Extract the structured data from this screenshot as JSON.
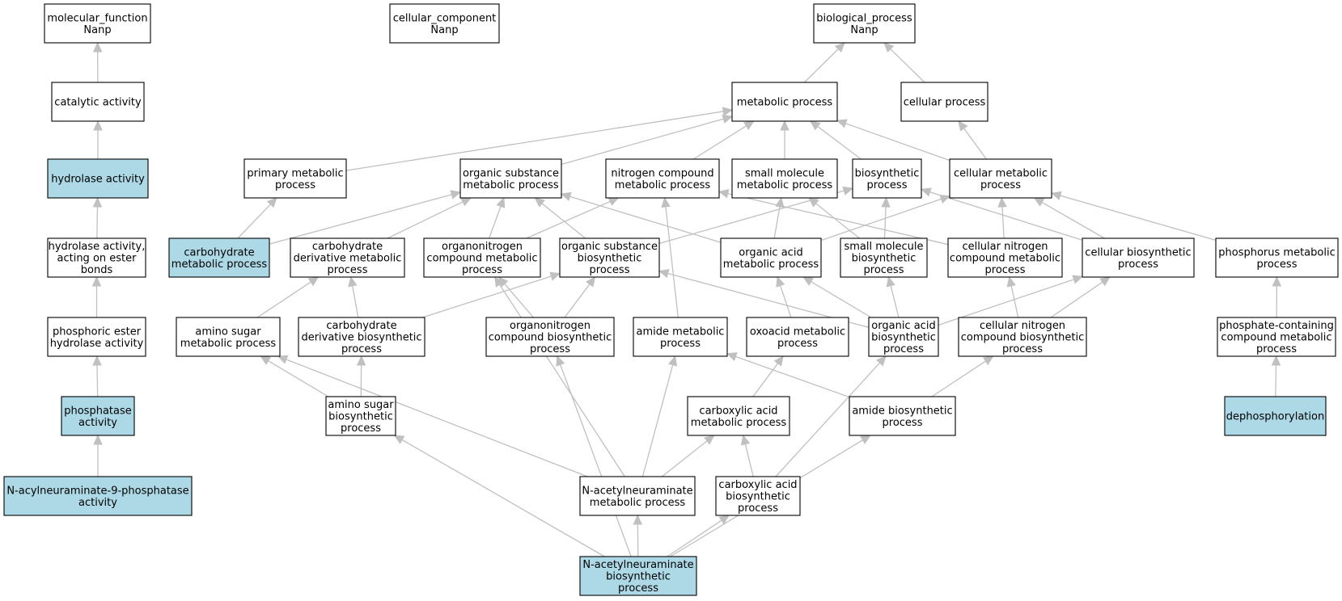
{
  "colors": {
    "highlight": "#add8e6",
    "plain": "#ffffff",
    "edge": "#c0c0c0",
    "border": "#000000"
  },
  "nodes": [
    {
      "id": "mf",
      "lines": [
        "molecular_function",
        "Nanp"
      ],
      "highlight": false
    },
    {
      "id": "cc",
      "lines": [
        "cellular_component",
        "Nanp"
      ],
      "highlight": false
    },
    {
      "id": "bp",
      "lines": [
        "biological_process",
        "Nanp"
      ],
      "highlight": false
    },
    {
      "id": "cat",
      "lines": [
        "catalytic activity"
      ],
      "highlight": false
    },
    {
      "id": "hyd",
      "lines": [
        "hydrolase activity"
      ],
      "highlight": true
    },
    {
      "id": "hydest",
      "lines": [
        "hydrolase activity,",
        "acting on ester",
        "bonds"
      ],
      "highlight": false
    },
    {
      "id": "phest",
      "lines": [
        "phosphoric ester",
        "hydrolase activity"
      ],
      "highlight": false
    },
    {
      "id": "phos",
      "lines": [
        "phosphatase",
        "activity"
      ],
      "highlight": true
    },
    {
      "id": "nan9",
      "lines": [
        "N-acylneuraminate-9-phosphatase",
        "activity"
      ],
      "highlight": true
    },
    {
      "id": "met",
      "lines": [
        "metabolic process"
      ],
      "highlight": false
    },
    {
      "id": "cell",
      "lines": [
        "cellular process"
      ],
      "highlight": false
    },
    {
      "id": "prim",
      "lines": [
        "primary metabolic",
        "process"
      ],
      "highlight": false
    },
    {
      "id": "orgsub",
      "lines": [
        "organic substance",
        "metabolic process"
      ],
      "highlight": false
    },
    {
      "id": "nitro",
      "lines": [
        "nitrogen compound",
        "metabolic process"
      ],
      "highlight": false
    },
    {
      "id": "smallmol",
      "lines": [
        "small molecule",
        "metabolic process"
      ],
      "highlight": false
    },
    {
      "id": "bios",
      "lines": [
        "biosynthetic",
        "process"
      ],
      "highlight": false
    },
    {
      "id": "cellmet",
      "lines": [
        "cellular metabolic",
        "process"
      ],
      "highlight": false
    },
    {
      "id": "carb",
      "lines": [
        "carbohydrate",
        "metabolic process"
      ],
      "highlight": true
    },
    {
      "id": "carbder",
      "lines": [
        "carbohydrate",
        "derivative metabolic",
        "process"
      ],
      "highlight": false
    },
    {
      "id": "orgnitro",
      "lines": [
        "organonitrogen",
        "compound metabolic",
        "process"
      ],
      "highlight": false
    },
    {
      "id": "orgsubbios",
      "lines": [
        "organic substance",
        "biosynthetic",
        "process"
      ],
      "highlight": false
    },
    {
      "id": "orgacid",
      "lines": [
        "organic acid",
        "metabolic process"
      ],
      "highlight": false
    },
    {
      "id": "smallbios",
      "lines": [
        "small molecule",
        "biosynthetic",
        "process"
      ],
      "highlight": false
    },
    {
      "id": "cellnitro",
      "lines": [
        "cellular nitrogen",
        "compound metabolic",
        "process"
      ],
      "highlight": false
    },
    {
      "id": "cellbios",
      "lines": [
        "cellular biosynthetic",
        "process"
      ],
      "highlight": false
    },
    {
      "id": "phosmet",
      "lines": [
        "phosphorus metabolic",
        "process"
      ],
      "highlight": false
    },
    {
      "id": "aminosug",
      "lines": [
        "amino sugar",
        "metabolic process"
      ],
      "highlight": false
    },
    {
      "id": "carbderbios",
      "lines": [
        "carbohydrate",
        "derivative biosynthetic",
        "process"
      ],
      "highlight": false
    },
    {
      "id": "orgnitrobios",
      "lines": [
        "organonitrogen",
        "compound biosynthetic",
        "process"
      ],
      "highlight": false
    },
    {
      "id": "amide",
      "lines": [
        "amide metabolic",
        "process"
      ],
      "highlight": false
    },
    {
      "id": "oxo",
      "lines": [
        "oxoacid metabolic",
        "process"
      ],
      "highlight": false
    },
    {
      "id": "orgacidbios",
      "lines": [
        "organic acid",
        "biosynthetic",
        "process"
      ],
      "highlight": false
    },
    {
      "id": "cellnitrobios",
      "lines": [
        "cellular nitrogen",
        "compound biosynthetic",
        "process"
      ],
      "highlight": false
    },
    {
      "id": "phoscont",
      "lines": [
        "phosphate-containing",
        "compound metabolic",
        "process"
      ],
      "highlight": false
    },
    {
      "id": "aminosugbios",
      "lines": [
        "amino sugar",
        "biosynthetic",
        "process"
      ],
      "highlight": false
    },
    {
      "id": "carbox",
      "lines": [
        "carboxylic acid",
        "metabolic process"
      ],
      "highlight": false
    },
    {
      "id": "amidebios",
      "lines": [
        "amide biosynthetic",
        "process"
      ],
      "highlight": false
    },
    {
      "id": "dephos",
      "lines": [
        "dephosphorylation"
      ],
      "highlight": true
    },
    {
      "id": "neumet",
      "lines": [
        "N-acetylneuraminate",
        "metabolic process"
      ],
      "highlight": false
    },
    {
      "id": "carboxbios",
      "lines": [
        "carboxylic acid",
        "biosynthetic",
        "process"
      ],
      "highlight": false
    },
    {
      "id": "neubios",
      "lines": [
        "N-acetylneuraminate",
        "biosynthetic",
        "process"
      ],
      "highlight": true
    }
  ],
  "edges": [
    [
      "cat",
      "mf"
    ],
    [
      "hyd",
      "cat"
    ],
    [
      "hydest",
      "hyd"
    ],
    [
      "phest",
      "hydest"
    ],
    [
      "phos",
      "phest"
    ],
    [
      "nan9",
      "phos"
    ],
    [
      "met",
      "bp"
    ],
    [
      "cell",
      "bp"
    ],
    [
      "prim",
      "met"
    ],
    [
      "orgsub",
      "met"
    ],
    [
      "nitro",
      "met"
    ],
    [
      "smallmol",
      "met"
    ],
    [
      "bios",
      "met"
    ],
    [
      "cellmet",
      "met"
    ],
    [
      "cellmet",
      "cell"
    ],
    [
      "carb",
      "prim"
    ],
    [
      "carb",
      "orgsub"
    ],
    [
      "carbder",
      "orgsub"
    ],
    [
      "orgnitro",
      "orgsub"
    ],
    [
      "orgnitro",
      "nitro"
    ],
    [
      "orgsubbios",
      "orgsub"
    ],
    [
      "orgsubbios",
      "bios"
    ],
    [
      "orgacid",
      "orgsub"
    ],
    [
      "orgacid",
      "smallmol"
    ],
    [
      "orgacid",
      "cellmet"
    ],
    [
      "smallbios",
      "smallmol"
    ],
    [
      "smallbios",
      "bios"
    ],
    [
      "cellnitro",
      "nitro"
    ],
    [
      "cellnitro",
      "cellmet"
    ],
    [
      "cellbios",
      "bios"
    ],
    [
      "cellbios",
      "cellmet"
    ],
    [
      "phosmet",
      "cellmet"
    ],
    [
      "aminosug",
      "carbder"
    ],
    [
      "carbderbios",
      "carbder"
    ],
    [
      "carbderbios",
      "orgsubbios"
    ],
    [
      "orgnitrobios",
      "orgnitro"
    ],
    [
      "orgnitrobios",
      "orgsubbios"
    ],
    [
      "amide",
      "nitro"
    ],
    [
      "oxo",
      "orgacid"
    ],
    [
      "orgacidbios",
      "orgacid"
    ],
    [
      "orgacidbios",
      "smallbios"
    ],
    [
      "orgacidbios",
      "orgsubbios"
    ],
    [
      "orgacidbios",
      "cellbios"
    ],
    [
      "cellnitrobios",
      "cellnitro"
    ],
    [
      "cellnitrobios",
      "cellbios"
    ],
    [
      "phoscont",
      "phosmet"
    ],
    [
      "dephos",
      "phoscont"
    ],
    [
      "aminosugbios",
      "aminosug"
    ],
    [
      "aminosugbios",
      "carbderbios"
    ],
    [
      "carbox",
      "oxo"
    ],
    [
      "amidebios",
      "amide"
    ],
    [
      "amidebios",
      "cellnitrobios"
    ],
    [
      "neumet",
      "aminosug"
    ],
    [
      "neumet",
      "orgnitro"
    ],
    [
      "neumet",
      "amide"
    ],
    [
      "neumet",
      "carbox"
    ],
    [
      "carboxbios",
      "carbox"
    ],
    [
      "carboxbios",
      "orgacidbios"
    ],
    [
      "neubios",
      "neumet"
    ],
    [
      "neubios",
      "aminosugbios"
    ],
    [
      "neubios",
      "orgnitrobios"
    ],
    [
      "neubios",
      "carboxbios"
    ],
    [
      "neubios",
      "amidebios"
    ]
  ]
}
